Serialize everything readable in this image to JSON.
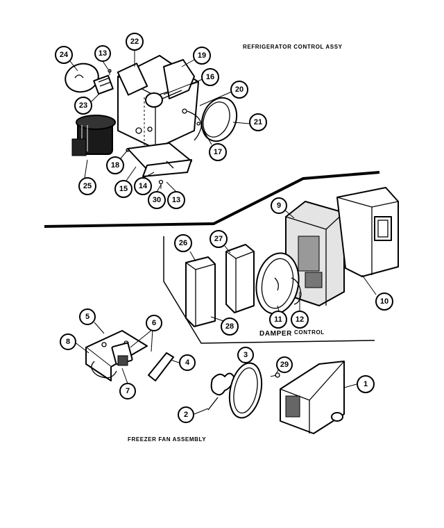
{
  "labels": {
    "refrigerator_control": "REFRIGERATOR CONTROL ASSY",
    "damper": "DAMPER",
    "control": "CONTROL",
    "freezer_fan": "FREEZER FAN ASSEMBLY"
  },
  "callouts": {
    "c24": "24",
    "c13a": "13",
    "c22": "22",
    "c19": "19",
    "c16": "16",
    "c20": "20",
    "c23": "23",
    "c21": "21",
    "c17": "17",
    "c18": "18",
    "c25": "25",
    "c15": "15",
    "c14": "14",
    "c30": "30",
    "c13b": "13",
    "c9": "9",
    "c26": "26",
    "c27": "27",
    "c28a": "28",
    "c11": "11",
    "c12": "12",
    "c10": "10",
    "c5": "5",
    "c6": "6",
    "c8": "8",
    "c4": "4",
    "c7": "7",
    "c3": "3",
    "c29": "29",
    "c1": "1",
    "c2": "2"
  }
}
